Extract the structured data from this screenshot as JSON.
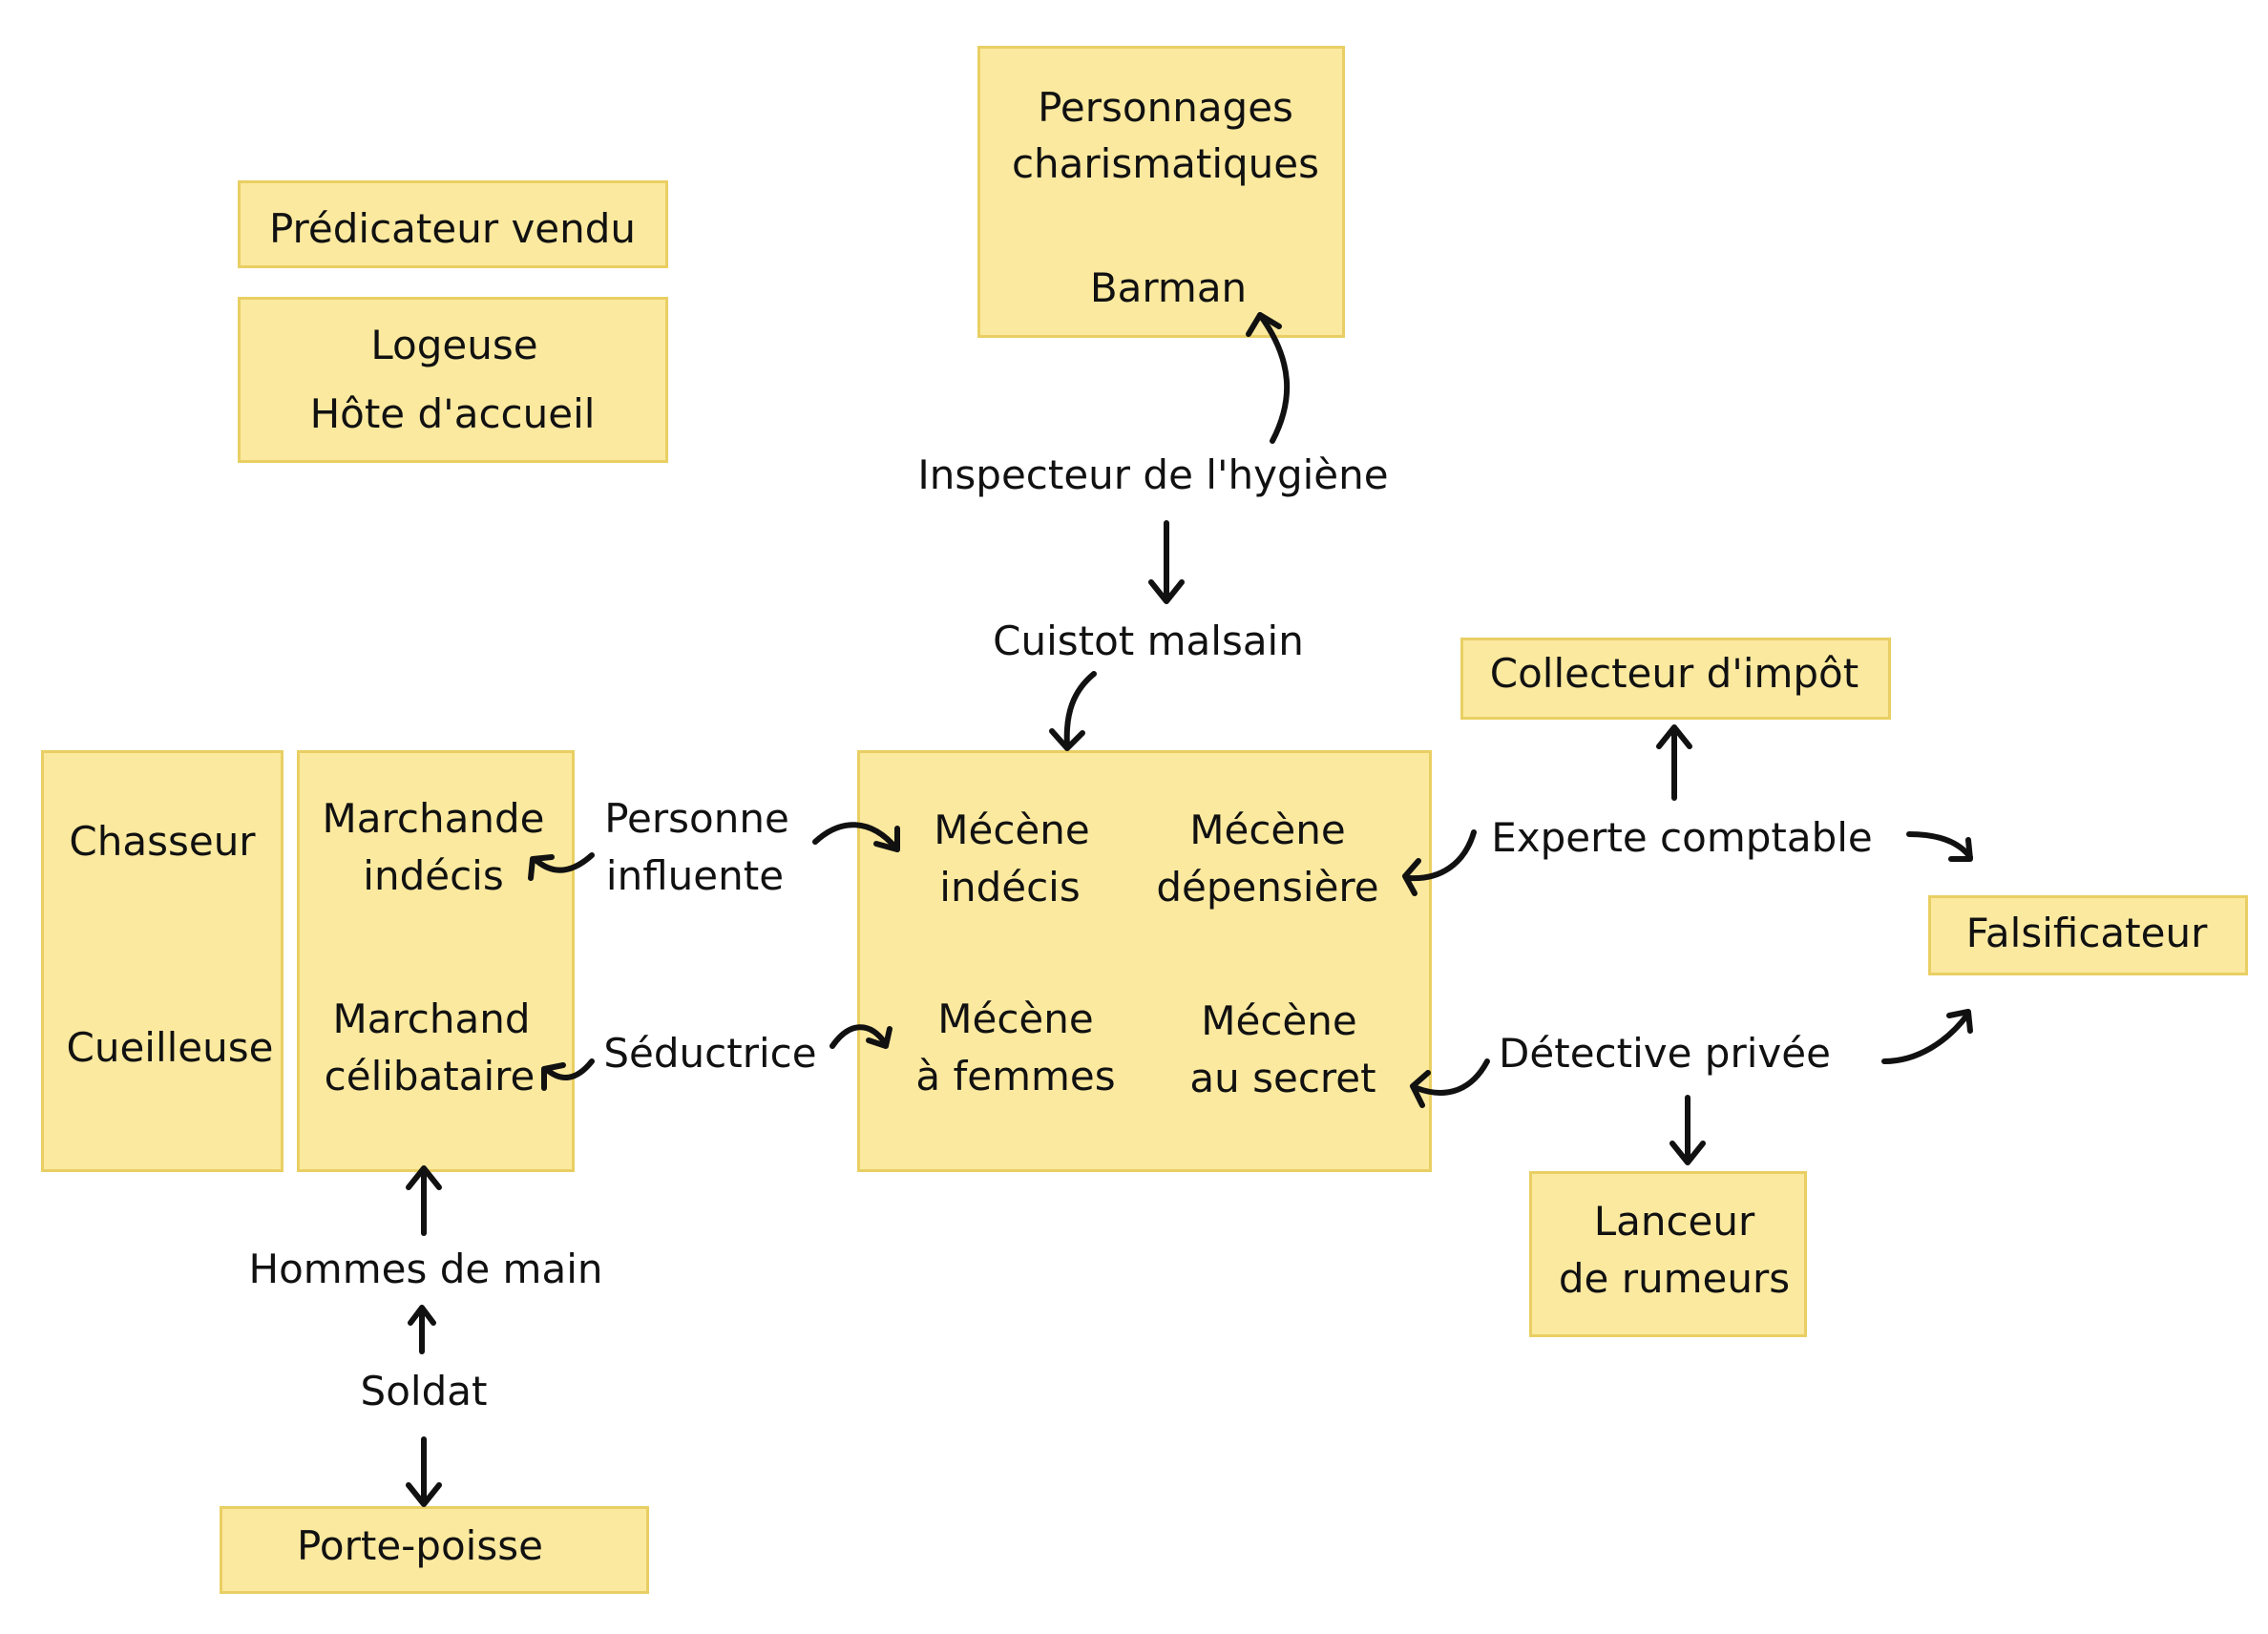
{
  "nodes": {
    "predicateur": "Prédicateur vendu",
    "logeuse": "Logeuse",
    "hote": "Hôte d'accueil",
    "personnages_1": "Personnages",
    "personnages_2": "charismatiques",
    "barman": "Barman",
    "inspecteur": "Inspecteur de l'hygiène",
    "cuistot": "Cuistot malsain",
    "collecteur": "Collecteur d'impôt",
    "chasseur": "Chasseur",
    "cueilleuse": "Cueilleuse",
    "marchande_1": "Marchande",
    "marchande_2": "indécis",
    "marchand_1": "Marchand",
    "marchand_2": "célibataire",
    "personne_1": "Personne",
    "personne_2": "influente",
    "seductrice": "Séductrice",
    "mecene_indecis_1": "Mécène",
    "mecene_indecis_2": "indécis",
    "mecene_depensiere_1": "Mécène",
    "mecene_depensiere_2": "dépensière",
    "mecene_femmes_1": "Mécène",
    "mecene_femmes_2": "à femmes",
    "mecene_secret_1": "Mécène",
    "mecene_secret_2": "au secret",
    "experte": "Experte comptable",
    "falsificateur": "Falsificateur",
    "detective": "Détective privée",
    "lanceur_1": "Lanceur",
    "lanceur_2": "de rumeurs",
    "hommes": "Hommes de main",
    "soldat": "Soldat",
    "porte_poisse": "Porte-poisse"
  },
  "colors": {
    "box_fill": "#fbe99f",
    "box_border": "#e9cf63",
    "arrow": "#111111"
  }
}
